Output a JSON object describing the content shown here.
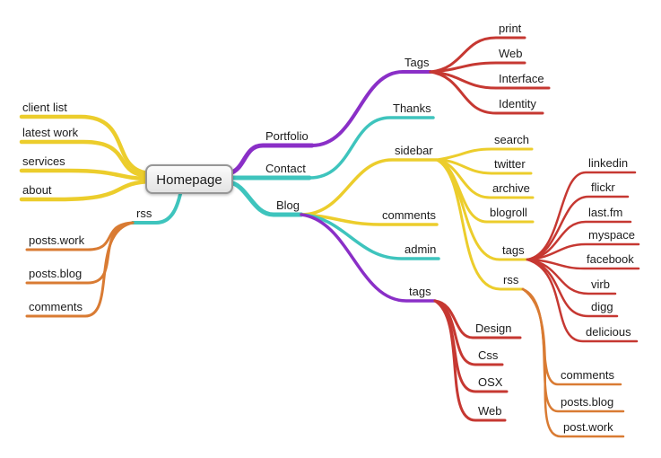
{
  "colors": {
    "yellow": "#eccd2c",
    "teal": "#3ec4bd",
    "purple": "#8a2fc7",
    "red": "#c63832",
    "orange": "#d97b33",
    "text": "#1b1b1b",
    "node_border": "#979797",
    "node_fill_top": "#fcfcfc",
    "node_fill_bottom": "#e2e2e2"
  },
  "mindmap": {
    "root": {
      "label": "Homepage"
    },
    "branches": {
      "left": [
        {
          "label": "client list",
          "color": "yellow"
        },
        {
          "label": "latest work",
          "color": "yellow"
        },
        {
          "label": "services",
          "color": "yellow"
        },
        {
          "label": "about",
          "color": "yellow"
        },
        {
          "label": "rss",
          "color": "teal",
          "children": [
            {
              "label": "posts.work",
              "color": "orange"
            },
            {
              "label": "posts.blog",
              "color": "orange"
            },
            {
              "label": "comments",
              "color": "orange"
            }
          ]
        }
      ],
      "right": [
        {
          "label": "Portfolio",
          "color": "purple",
          "children": [
            {
              "label": "Tags",
              "color": "purple",
              "children": [
                {
                  "label": "print",
                  "color": "red"
                },
                {
                  "label": "Web",
                  "color": "red"
                },
                {
                  "label": "Interface",
                  "color": "red"
                },
                {
                  "label": "Identity",
                  "color": "red"
                }
              ]
            }
          ]
        },
        {
          "label": "Contact",
          "color": "teal",
          "children": [
            {
              "label": "Thanks",
              "color": "teal"
            }
          ]
        },
        {
          "label": "Blog",
          "color": "teal",
          "children": [
            {
              "label": "sidebar",
              "color": "yellow",
              "children": [
                {
                  "label": "search",
                  "color": "yellow"
                },
                {
                  "label": "twitter",
                  "color": "yellow"
                },
                {
                  "label": "archive",
                  "color": "yellow"
                },
                {
                  "label": "blogroll",
                  "color": "yellow"
                },
                {
                  "label": "tags",
                  "color": "yellow",
                  "children": [
                    {
                      "label": "linkedin",
                      "color": "red"
                    },
                    {
                      "label": "flickr",
                      "color": "red"
                    },
                    {
                      "label": "last.fm",
                      "color": "red"
                    },
                    {
                      "label": "myspace",
                      "color": "red"
                    },
                    {
                      "label": "facebook",
                      "color": "red"
                    },
                    {
                      "label": "virb",
                      "color": "red"
                    },
                    {
                      "label": "digg",
                      "color": "red"
                    },
                    {
                      "label": "delicious",
                      "color": "red"
                    }
                  ]
                },
                {
                  "label": "rss",
                  "color": "yellow",
                  "children": [
                    {
                      "label": "comments",
                      "color": "orange"
                    },
                    {
                      "label": "posts.blog",
                      "color": "orange"
                    },
                    {
                      "label": "post.work",
                      "color": "orange"
                    }
                  ]
                }
              ]
            },
            {
              "label": "comments",
              "color": "yellow"
            },
            {
              "label": "admin",
              "color": "teal"
            },
            {
              "label": "tags",
              "color": "purple",
              "children": [
                {
                  "label": "Design",
                  "color": "red"
                },
                {
                  "label": "Css",
                  "color": "red"
                },
                {
                  "label": "OSX",
                  "color": "red"
                },
                {
                  "label": "Web",
                  "color": "red"
                }
              ]
            }
          ]
        }
      ]
    }
  }
}
